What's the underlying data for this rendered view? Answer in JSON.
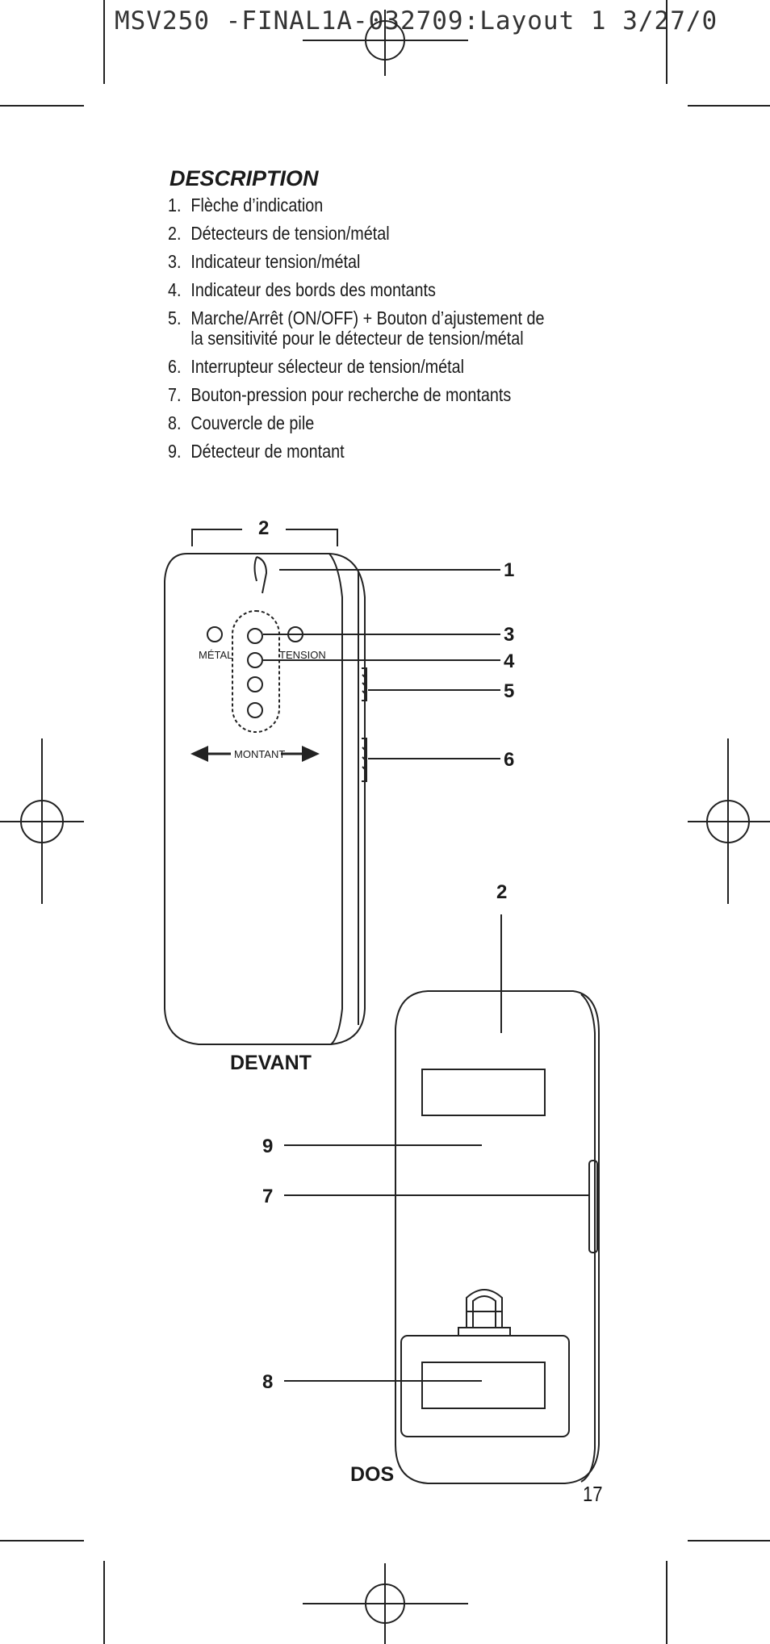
{
  "header": {
    "slug_text": "MSV250 -FINAL1A-032709:Layout 1  3/27/0"
  },
  "description": {
    "title": "DESCRIPTION",
    "items": [
      {
        "num": "1.",
        "text": "Flèche d’indication"
      },
      {
        "num": "2.",
        "text": "Détecteurs de tension/métal"
      },
      {
        "num": "3.",
        "text": "Indicateur tension/métal"
      },
      {
        "num": "4.",
        "text": "Indicateur des bords des montants"
      },
      {
        "num": "5.",
        "text": "Marche/Arrêt (ON/OFF) + Bouton d’ajustement de la sensitivité pour le détecteur de tension/métal"
      },
      {
        "num": "6.",
        "text": "Interrupteur sélecteur de tension/métal"
      },
      {
        "num": "7.",
        "text": "Bouton-pression pour recherche de montants"
      },
      {
        "num": "8.",
        "text": "Couvercle de pile"
      },
      {
        "num": "9.",
        "text": "Détecteur de montant"
      }
    ]
  },
  "figure": {
    "front": {
      "caption": "DEVANT",
      "label_metal": "MÉTAL",
      "label_tension": "TENSION",
      "label_montant": "MONTANT",
      "callouts": {
        "top": "2",
        "c1": "1",
        "c3": "3",
        "c4": "4",
        "c5": "5",
        "c6": "6"
      }
    },
    "back": {
      "caption": "DOS",
      "callouts": {
        "c2": "2",
        "c9": "9",
        "c7": "7",
        "c8": "8"
      }
    }
  },
  "page_number": "17"
}
